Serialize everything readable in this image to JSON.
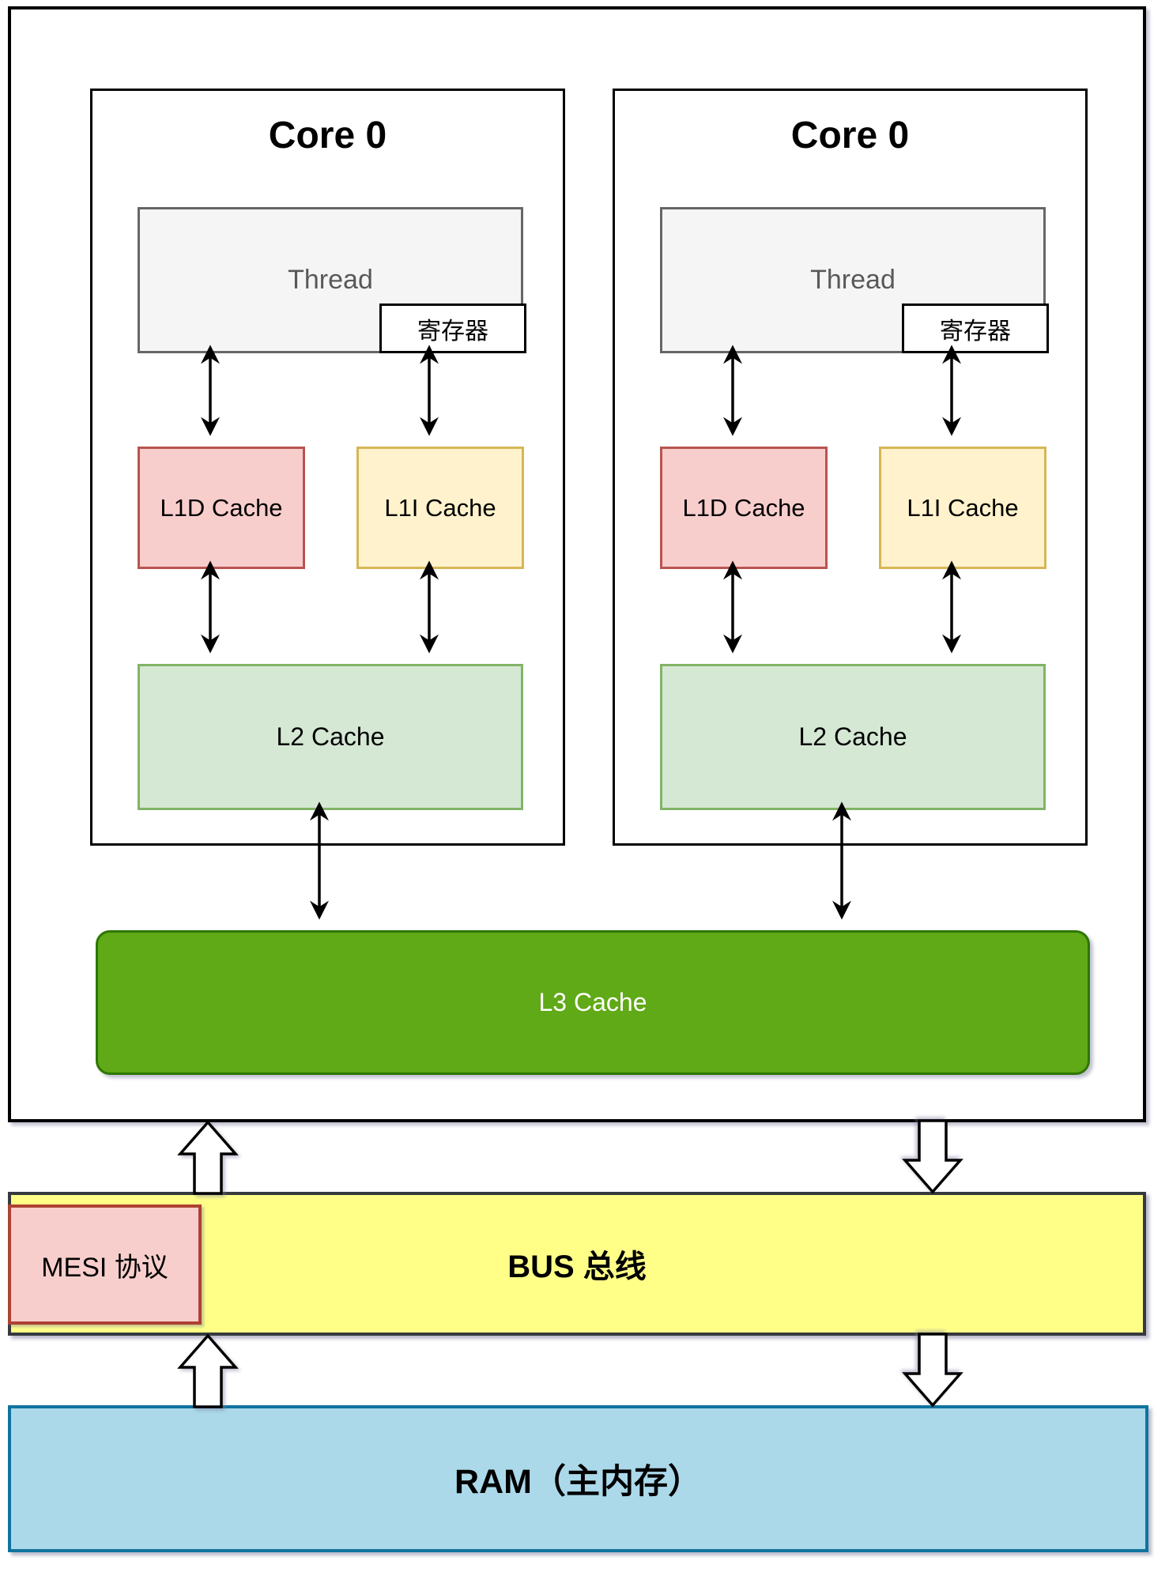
{
  "diagram": {
    "cores": [
      {
        "title": "Core 0",
        "thread_label": "Thread",
        "register_label": "寄存器",
        "l1d_label": "L1D Cache",
        "l1i_label": "L1I Cache",
        "l2_label": "L2 Cache"
      },
      {
        "title": "Core 0",
        "thread_label": "Thread",
        "register_label": "寄存器",
        "l1d_label": "L1D Cache",
        "l1i_label": "L1I Cache",
        "l2_label": "L2 Cache"
      }
    ],
    "l3_label": "L3 Cache",
    "bus_label": "BUS 总线",
    "mesi_label": "MESI 协议",
    "ram_label": "RAM（主内存）",
    "colors": {
      "thread_fill": "#F5F5F5",
      "thread_border": "#666666",
      "l1d_fill": "#F8CECC",
      "l1d_border": "#B85450",
      "l1i_fill": "#FFF2CC",
      "l1i_border": "#D6B656",
      "l2_fill": "#D5E8D4",
      "l2_border": "#82B366",
      "l3_fill": "#60A917",
      "l3_border": "#2D7600",
      "bus_fill": "#FFFF88",
      "bus_border": "#36393D",
      "mesi_fill": "#F8CECC",
      "mesi_border": "#AE4132",
      "ram_fill": "#ABD9EA",
      "ram_border": "#10739E",
      "arrow_color": "#000000"
    }
  }
}
